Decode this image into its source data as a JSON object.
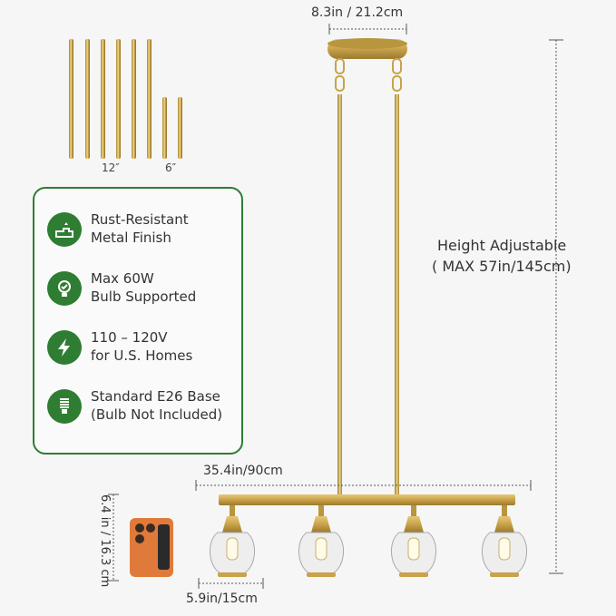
{
  "rods": {
    "long_label": "12″",
    "short_label": "6″"
  },
  "features": [
    {
      "icon": "rust-resistant-icon",
      "line1": "Rust-Resistant",
      "line2": "Metal Finish"
    },
    {
      "icon": "bulb-icon",
      "line1": "Max 60W",
      "line2": "Bulb Supported"
    },
    {
      "icon": "lightning-icon",
      "line1": "110 – 120V",
      "line2": "for U.S. Homes"
    },
    {
      "icon": "cfl-bulb-icon",
      "line1": "Standard E26 Base",
      "line2": "(Bulb Not Included)"
    }
  ],
  "dimensions": {
    "canopy": "8.3in / 21.2cm",
    "height_line1": "Height Adjustable",
    "height_line2": "( MAX 57in/145cm)",
    "width": "35.4in/90cm",
    "shade_height": "6.4 in / 16.3 cm",
    "shade_width": "5.9in/15cm"
  },
  "colors": {
    "accent_green": "#2e7d32",
    "brass": "#c9a24a",
    "phone": "#e07a3a"
  }
}
